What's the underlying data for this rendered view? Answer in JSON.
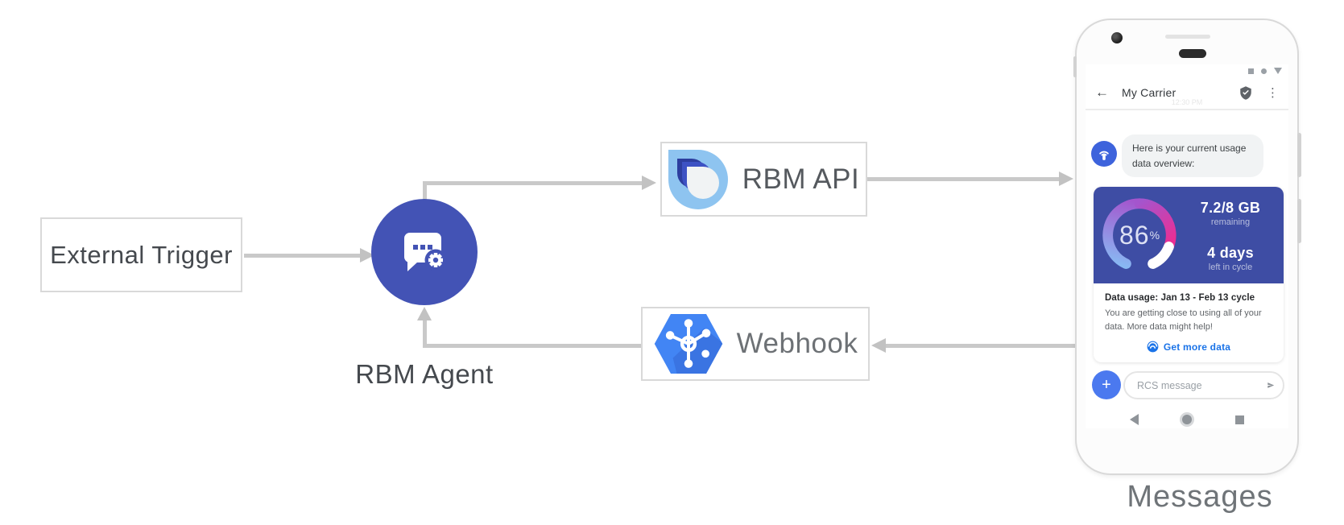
{
  "diagram": {
    "nodes": {
      "external_trigger": {
        "label": "External Trigger"
      },
      "rbm_agent": {
        "label": "RBM Agent"
      },
      "rbm_api": {
        "label": "RBM API"
      },
      "webhook": {
        "label": "Webhook"
      }
    },
    "colors": {
      "agent_circle": "#4353b5",
      "arrow": "#c9c9c9",
      "webhook_hexagon": "#4285f4",
      "rbm_logo_light": "#8ec4f0",
      "rbm_logo_navy": "#2d3e9f",
      "rbm_logo_royal": "#3d52c4"
    }
  },
  "phone": {
    "device_label": "Messages",
    "status_icons": [
      "square-icon",
      "dot-icon",
      "triangle-icon"
    ],
    "header": {
      "back_icon": "←",
      "title": "My Carrier",
      "verified_badge": "shield-check-icon",
      "menu_icon": "⋮",
      "timestamp": "12:30 PM"
    },
    "chat": {
      "agent_message": "Here is your current usage data overview:",
      "usage_card": {
        "percent": "86",
        "percent_sign": "%",
        "data_remaining": "7.2/8 GB",
        "remaining_label": "remaining",
        "days": "4 days",
        "days_label": "left in cycle",
        "usage_title": "Data usage: Jan 13 - Feb 13 cycle",
        "usage_body": "You are getting close to using all of your data. More data might help!",
        "link_label": "Get more data",
        "card_color": "#3e4da4",
        "gauge_colors": [
          "#88b9f3",
          "#a455cd",
          "#ed2d92",
          "#ffffff"
        ]
      }
    },
    "compose": {
      "plus_label": "+",
      "placeholder": "RCS message",
      "send_icon": "send-arrow-icon"
    },
    "nav_icons": [
      "back-triangle-icon",
      "home-circle-icon",
      "overview-square-icon"
    ]
  }
}
